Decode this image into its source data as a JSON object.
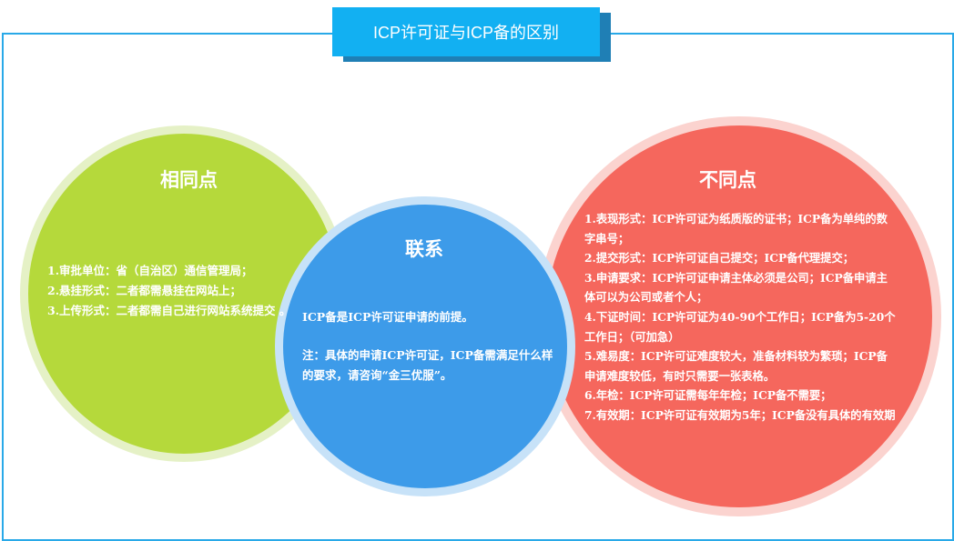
{
  "header": {
    "title": "ICP许可证与ICP备的区别"
  },
  "same": {
    "title": "相同点",
    "items": [
      "1.审批单位：省（自治区）通信管理局；",
      "2.悬挂形式：二者都需悬挂在网站上；",
      "3.上传形式：二者都需自己进行网站系统提交 。"
    ]
  },
  "relation": {
    "title": "联系",
    "line1": "ICP备是ICP许可证申请的前提。",
    "line2": "注：具体的申请ICP许可证，ICP备需满足什么样的要求，请咨询“金三优服”。"
  },
  "diff": {
    "title": "不同点",
    "items": [
      "1.表现形式：ICP许可证为纸质版的证书；ICP备为单纯的数字串号；",
      "2.提交形式：ICP许可证自己提交；ICP备代理提交；",
      "3.申请要求：ICP许可证申请主体必须是公司；ICP备申请主体可以为公司或者个人；",
      "4.下证时间：ICP许可证为40-90个工作日；ICP备为5-20个工作日；（可加急）",
      "5.难易度：ICP许可证难度较大，准备材料较为繁琐；ICP备申请难度较低，有时只需要一张表格。",
      "6.年检：ICP许可证需每年年检；ICP备不需要；",
      "7.有效期：ICP许可证有效期为5年；ICP备没有具体的有效期"
    ]
  }
}
